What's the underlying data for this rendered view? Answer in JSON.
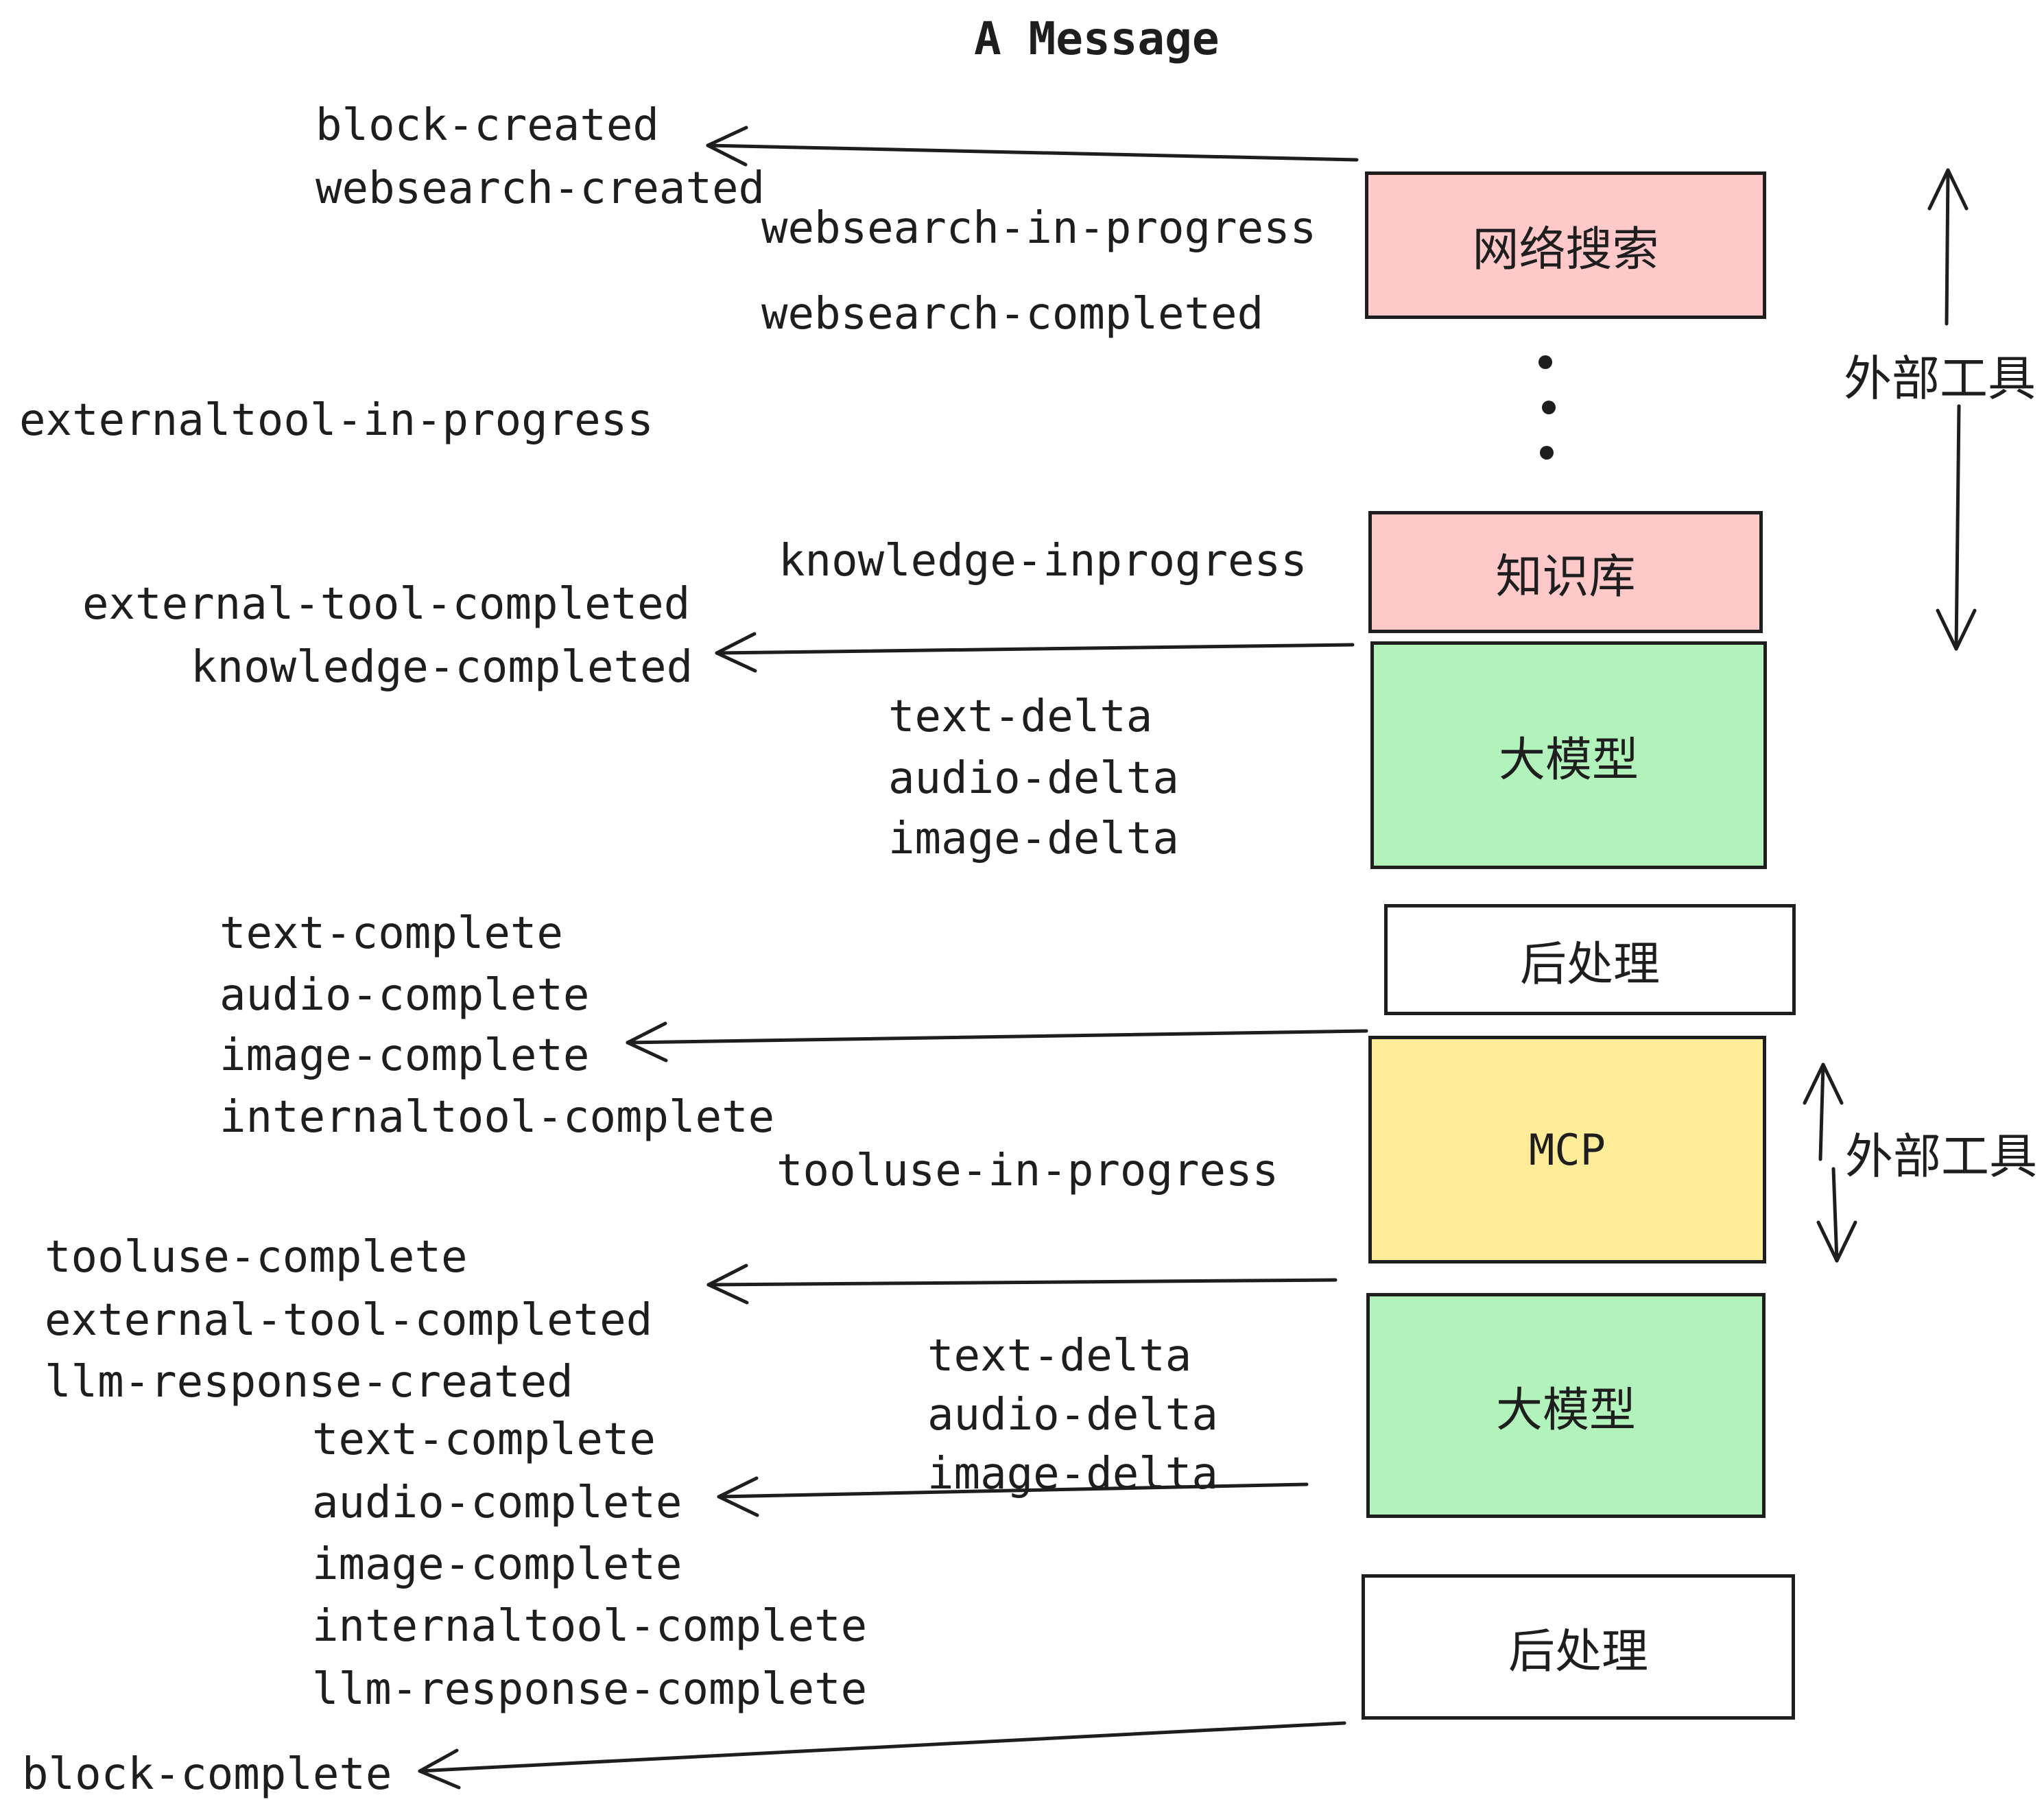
{
  "title": "A Message",
  "colors": {
    "ink": "#1e1e1e",
    "external_tool_box": "#ffc9c9",
    "llm_box": "#b2f2bb",
    "mcp_box": "#ffec99",
    "post_process_box": "#ffffff"
  },
  "boxes": {
    "websearch": "网络搜索",
    "knowledge": "知识库",
    "llm1": "大模型",
    "post1": "后处理",
    "mcp": "MCP",
    "llm2": "大模型",
    "post2": "后处理"
  },
  "annotations": {
    "external_tool_top": "外部工具",
    "external_tool_bottom": "外部工具"
  },
  "events": {
    "block_created": "block-created",
    "websearch_created": "websearch-created",
    "websearch_in_progress": "websearch-in-progress",
    "websearch_completed": "websearch-completed",
    "externaltool_in_progress": "externaltool-in-progress",
    "knowledge_inprogress": "knowledge-inprogress",
    "external_tool_completed_1": "external-tool-completed",
    "knowledge_completed": "knowledge-completed",
    "text_delta_1": "text-delta",
    "audio_delta_1": "audio-delta",
    "image_delta_1": "image-delta",
    "text_complete_1": "text-complete",
    "audio_complete_1": "audio-complete",
    "image_complete_1": "image-complete",
    "internaltool_complete_1": "internaltool-complete",
    "tooluse_in_progress": "tooluse-in-progress",
    "tooluse_complete": "tooluse-complete",
    "external_tool_completed_2": "external-tool-completed",
    "llm_response_created": "llm-response-created",
    "text_delta_2": "text-delta",
    "audio_delta_2": "audio-delta",
    "image_delta_2": "image-delta",
    "text_complete_2": "text-complete",
    "audio_complete_2": "audio-complete",
    "image_complete_2": "image-complete",
    "internaltool_complete_2": "internaltool-complete",
    "llm_response_complete": "llm-response-complete",
    "block_complete": "block-complete"
  }
}
